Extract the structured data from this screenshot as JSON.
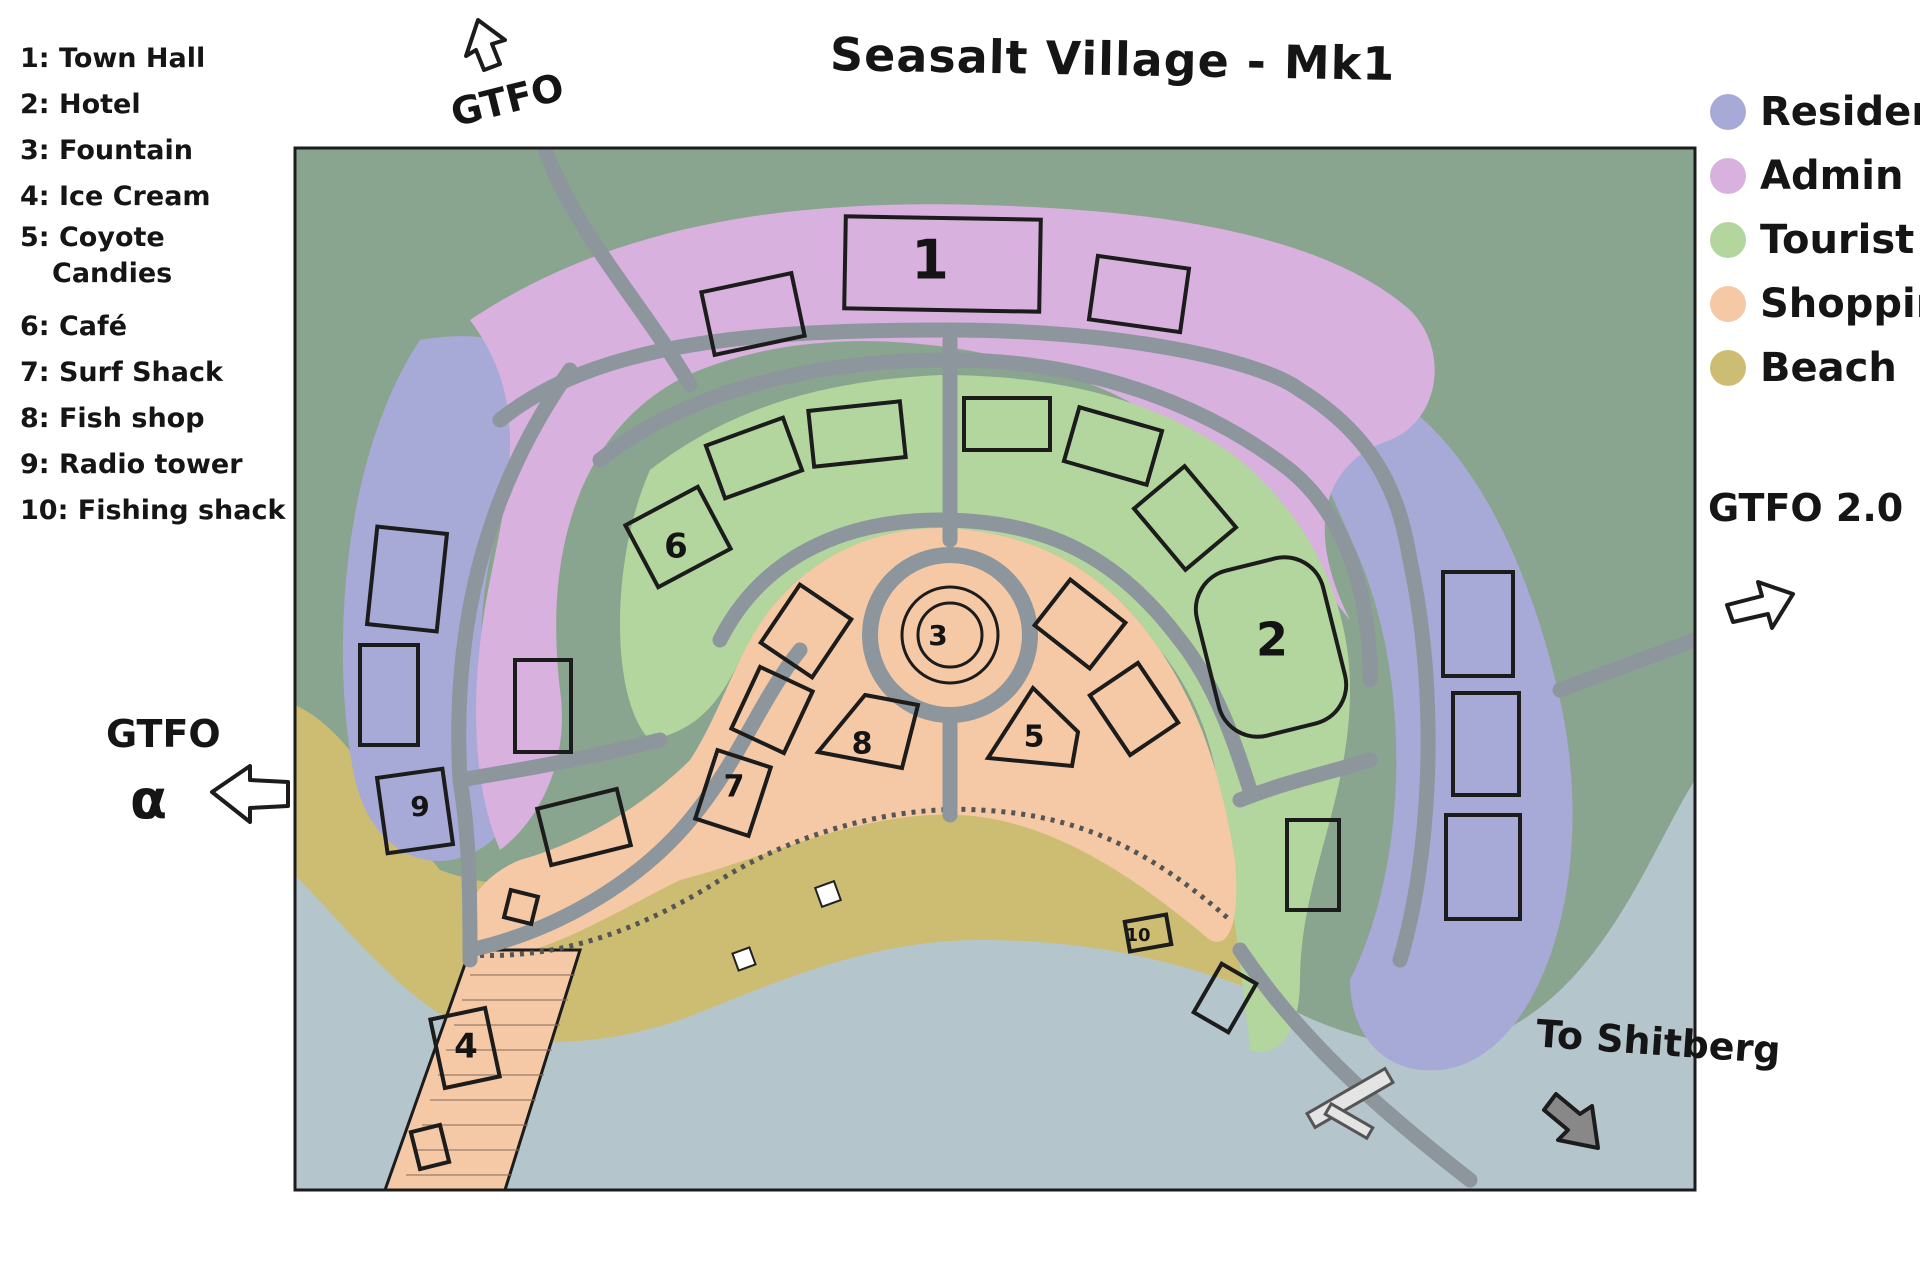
{
  "title": "Seasalt Village - Mk1",
  "key": [
    {
      "number": "1",
      "label": "1: Town Hall"
    },
    {
      "number": "2",
      "label": "2: Hotel"
    },
    {
      "number": "3",
      "label": "3: Fountain"
    },
    {
      "number": "4",
      "label": "4: Ice Cream"
    },
    {
      "number": "5",
      "label": "5: Coyote",
      "label2": "Candies"
    },
    {
      "number": "6",
      "label": "6: Café"
    },
    {
      "number": "7",
      "label": "7: Surf Shack"
    },
    {
      "number": "8",
      "label": "8: Fish shop"
    },
    {
      "number": "9",
      "label": "9: Radio tower"
    },
    {
      "number": "10",
      "label": "10: Fishing shack"
    }
  ],
  "legend": [
    {
      "label": "Residental",
      "color": "#a7a9d7"
    },
    {
      "label": "Admin",
      "color": "#d8b1de"
    },
    {
      "label": "Tourist",
      "color": "#b3d59e"
    },
    {
      "label": "Shopping",
      "color": "#f5c9a6"
    },
    {
      "label": "Beach",
      "color": "#cdbd73"
    }
  ],
  "exits": {
    "north": "GTFO",
    "west": "GTFO",
    "west_sub": "α",
    "east": "GTFO 2.0",
    "southeast": "To Shitberg"
  },
  "map_labels": {
    "town_hall": "1",
    "hotel": "2",
    "fountain": "3",
    "ice_cream": "4",
    "coyote_candies": "5",
    "cafe": "6",
    "surf_shack": "7",
    "fish_shop": "8",
    "radio_tower": "9",
    "fishing_shack": "10"
  },
  "colors": {
    "forest": "#8aa58f",
    "water": "#b4c5cb",
    "road": "#8d969c",
    "outline": "#1c1c1c"
  }
}
